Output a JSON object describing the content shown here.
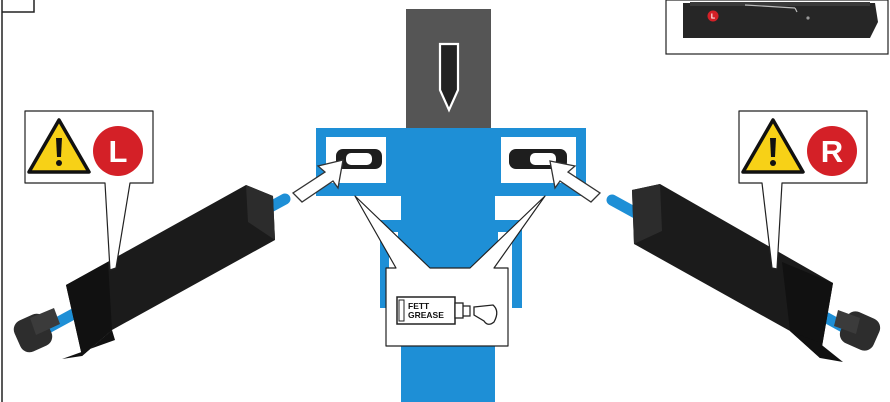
{
  "labels": {
    "left_side": "L",
    "right_side": "R",
    "inset_side": "L",
    "grease_line1": "FETT",
    "grease_line2": "GREASE"
  },
  "icons": {
    "warning": "warning-triangle-icon",
    "grease_tube": "grease-tube-icon",
    "down_arrow": "down-arrow-icon",
    "pointer_arrow": "pointer-arrow-icon"
  },
  "colors": {
    "lift_blue": "#1e8fd6",
    "arm_black": "#1b1b1b",
    "column_gray": "#555555",
    "badge_red": "#d42027",
    "warning_yellow": "#f7d117"
  }
}
